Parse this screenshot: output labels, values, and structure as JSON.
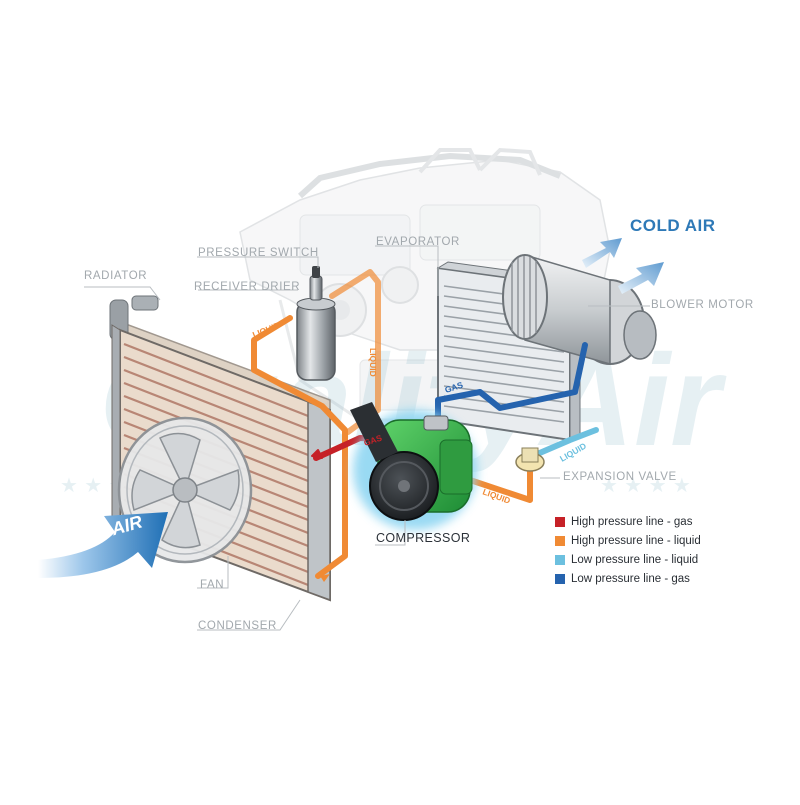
{
  "labels": {
    "pressure_switch": "PRESSURE SWITCH",
    "evaporator": "EVAPORATOR",
    "radiator": "RADIATOR",
    "receiver_drier": "RECEIVER DRIER",
    "blower_motor": "BLOWER MOTOR",
    "expansion_valve": "EXPANSION VALVE",
    "compressor": "COMPRESSOR",
    "fan": "FAN",
    "condenser": "CONDENSER",
    "cold_air": "COLD AIR",
    "air": "AIR"
  },
  "flow_labels": {
    "liquid_top": "LIQUID",
    "liquid_vertical": "LIQUID",
    "gas_evap": "GAS",
    "gas_cond": "GAS",
    "liquid_low": "LIQUID",
    "liquid_bottom": "LIQUID"
  },
  "watermark": "QualityAir",
  "legend": [
    {
      "label": "High pressure line - gas",
      "color": "#c62127"
    },
    {
      "label": "High pressure line - liquid",
      "color": "#f08a34"
    },
    {
      "label": "Low pressure line - liquid",
      "color": "#6cc0df"
    },
    {
      "label": "Low pressure line -  gas",
      "color": "#2563ae"
    }
  ],
  "colors": {
    "high_gas": "#c62127",
    "high_liquid": "#f08a34",
    "low_liquid": "#6cc0df",
    "low_gas": "#2563ae",
    "compressor_body": "#3dbb4a",
    "compressor_glow": "#8fd6f2",
    "cold_air_text": "#2e79b7"
  },
  "icons": {
    "air_arrow": "arrow-right-icon",
    "cold_air_arrows": "arrow-up-right-icon"
  }
}
